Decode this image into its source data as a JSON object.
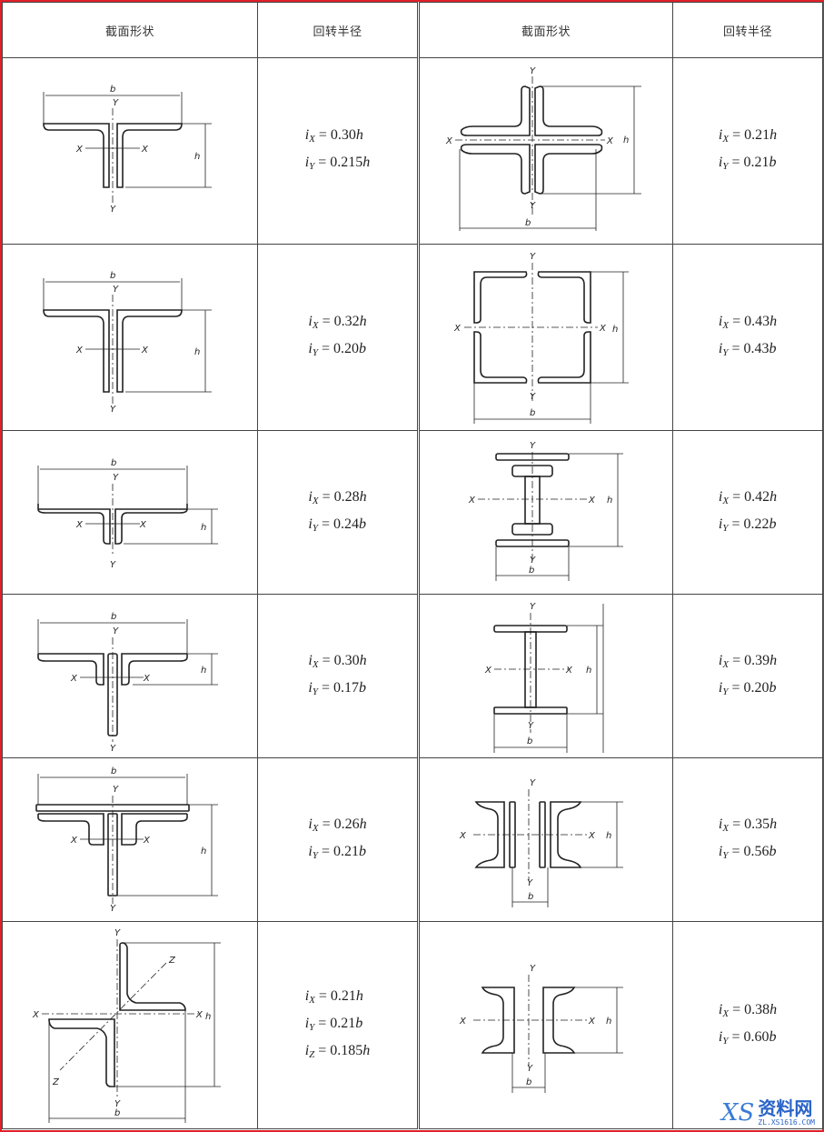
{
  "table": {
    "headers": [
      "截面形状",
      "回转半径",
      "截面形状",
      "回转半径"
    ],
    "rows": [
      {
        "left": {
          "shape": "double-angle-tee-short-leg",
          "labels": {
            "b": "b",
            "h": "h",
            "x": "X",
            "y": "Y"
          },
          "formulas": [
            {
              "sym": "i",
              "sub": "X",
              "coef": "0.30",
              "unit": "h"
            },
            {
              "sym": "i",
              "sub": "Y",
              "coef": "0.215",
              "unit": "h"
            }
          ]
        },
        "right": {
          "shape": "four-angle-cross",
          "labels": {
            "b": "b",
            "h": "h",
            "x": "X",
            "y": "Y"
          },
          "formulas": [
            {
              "sym": "i",
              "sub": "X",
              "coef": "0.21",
              "unit": "h"
            },
            {
              "sym": "i",
              "sub": "Y",
              "coef": "0.21",
              "unit": "b"
            }
          ]
        }
      },
      {
        "left": {
          "shape": "double-angle-tee-equal",
          "labels": {
            "b": "b",
            "h": "h",
            "x": "X",
            "y": "Y"
          },
          "formulas": [
            {
              "sym": "i",
              "sub": "X",
              "coef": "0.32",
              "unit": "h"
            },
            {
              "sym": "i",
              "sub": "Y",
              "coef": "0.20",
              "unit": "b"
            }
          ]
        },
        "right": {
          "shape": "four-angle-box",
          "labels": {
            "b": "b",
            "h": "h",
            "x": "X",
            "y": "Y"
          },
          "formulas": [
            {
              "sym": "i",
              "sub": "X",
              "coef": "0.43",
              "unit": "h"
            },
            {
              "sym": "i",
              "sub": "Y",
              "coef": "0.43",
              "unit": "b"
            }
          ]
        }
      },
      {
        "left": {
          "shape": "double-angle-tee-long-flange",
          "labels": {
            "b": "b",
            "h": "h",
            "x": "X",
            "y": "Y"
          },
          "formulas": [
            {
              "sym": "i",
              "sub": "X",
              "coef": "0.28",
              "unit": "h"
            },
            {
              "sym": "i",
              "sub": "Y",
              "coef": "0.24",
              "unit": "b"
            }
          ]
        },
        "right": {
          "shape": "built-up-i-with-plates",
          "labels": {
            "b": "b",
            "h": "h",
            "x": "X",
            "y": "Y"
          },
          "formulas": [
            {
              "sym": "i",
              "sub": "X",
              "coef": "0.42",
              "unit": "h"
            },
            {
              "sym": "i",
              "sub": "Y",
              "coef": "0.22",
              "unit": "b"
            }
          ]
        }
      },
      {
        "left": {
          "shape": "double-angle-with-plate",
          "labels": {
            "b": "b",
            "h": "h",
            "x": "X",
            "y": "Y"
          },
          "formulas": [
            {
              "sym": "i",
              "sub": "X",
              "coef": "0.30",
              "unit": "h"
            },
            {
              "sym": "i",
              "sub": "Y",
              "coef": "0.17",
              "unit": "b"
            }
          ]
        },
        "right": {
          "shape": "welded-i-section",
          "labels": {
            "b": "b",
            "h": "h",
            "x": "X",
            "y": "Y"
          },
          "formulas": [
            {
              "sym": "i",
              "sub": "X",
              "coef": "0.39",
              "unit": "h"
            },
            {
              "sym": "i",
              "sub": "Y",
              "coef": "0.20",
              "unit": "b"
            }
          ]
        }
      },
      {
        "left": {
          "shape": "double-angle-cover-plate-web",
          "labels": {
            "b": "b",
            "h": "h",
            "x": "X",
            "y": "Y"
          },
          "formulas": [
            {
              "sym": "i",
              "sub": "X",
              "coef": "0.26",
              "unit": "h"
            },
            {
              "sym": "i",
              "sub": "Y",
              "coef": "0.21",
              "unit": "b"
            }
          ]
        },
        "right": {
          "shape": "double-channel-with-plates",
          "labels": {
            "b": "b",
            "h": "h",
            "x": "X",
            "y": "Y"
          },
          "formulas": [
            {
              "sym": "i",
              "sub": "X",
              "coef": "0.35",
              "unit": "h"
            },
            {
              "sym": "i",
              "sub": "Y",
              "coef": "0.56",
              "unit": "b"
            }
          ]
        }
      },
      {
        "left": {
          "shape": "double-angle-star",
          "labels": {
            "b": "b",
            "h": "h",
            "x": "X",
            "y": "Y",
            "z": "Z"
          },
          "formulas": [
            {
              "sym": "i",
              "sub": "X",
              "coef": "0.21",
              "unit": "h"
            },
            {
              "sym": "i",
              "sub": "Y",
              "coef": "0.21",
              "unit": "b"
            },
            {
              "sym": "i",
              "sub": "Z",
              "coef": "0.185",
              "unit": "h"
            }
          ]
        },
        "right": {
          "shape": "double-channel",
          "labels": {
            "b": "b",
            "h": "h",
            "x": "X",
            "y": "Y"
          },
          "formulas": [
            {
              "sym": "i",
              "sub": "X",
              "coef": "0.38",
              "unit": "h"
            },
            {
              "sym": "i",
              "sub": "Y",
              "coef": "0.60",
              "unit": "b"
            }
          ]
        }
      }
    ]
  },
  "colors": {
    "frame": "#e0202a",
    "grid": "#444444",
    "ink": "#222222",
    "watermark": "#2a64c8"
  },
  "watermark": {
    "logo": "XS",
    "name": "资料网",
    "url": "ZL.XS1616.COM"
  }
}
